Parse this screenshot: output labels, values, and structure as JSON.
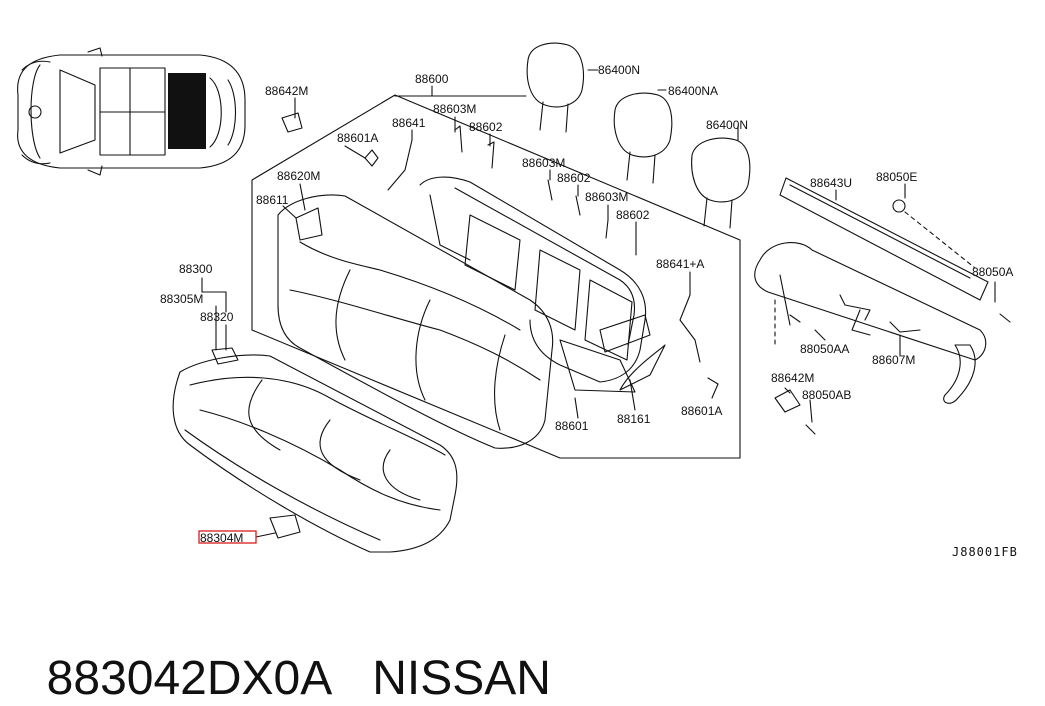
{
  "diagram": {
    "labels": {
      "p88600": "88600",
      "p88642M_top": "88642M",
      "p88603M_a": "88603M",
      "p88641": "88641",
      "p88602_a": "88602",
      "p88601A_top": "88601A",
      "p88620M": "88620M",
      "p88611": "88611",
      "p86400N_a": "86400N",
      "p86400NA": "86400NA",
      "p86400N_b": "86400N",
      "p88603M_b": "88603M",
      "p88602_b": "88602",
      "p88603M_c": "88603M",
      "p88602_c": "88602",
      "p88641A": "88641+A",
      "p88300": "88300",
      "p88305M": "88305M",
      "p88320": "88320",
      "p88601": "88601",
      "p88161": "88161",
      "p88601A_bot": "88601A",
      "p88643U": "88643U",
      "p88050E": "88050E",
      "p88050A": "88050A",
      "p88050AA": "88050AA",
      "p88607M": "88607M",
      "p88642M_bot": "88642M",
      "p88050AB": "88050AB",
      "p88304M": "88304M",
      "code": "J88001FB"
    },
    "highlight_color": "#d81b1b",
    "line_color": "#111111"
  },
  "caption": {
    "part_number": "883042DX0A",
    "brand": "NISSAN"
  }
}
